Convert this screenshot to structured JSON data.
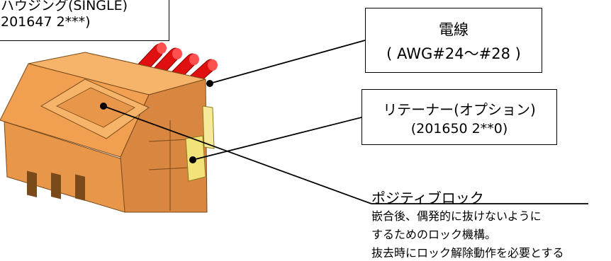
{
  "housing_label": {
    "line1": "ハウジング(SINGLE)",
    "line2": "201647 2***)"
  },
  "wire_label": {
    "title": "電線",
    "spec": "( AWG#24～#28 )"
  },
  "retainer_label": {
    "title": "リテーナー(オプション)",
    "part_number": "(201650 2**0)"
  },
  "positive_lock": {
    "title": "ポジティブロック",
    "description": [
      "嵌合後、偶発的に抜けないように",
      "するためのロック機構。",
      "抜去時にロック解除動作を必要とする"
    ]
  },
  "colors": {
    "connector_body": "#f0a050",
    "connector_shadow": "#c8783a",
    "wire_red": "#e01010",
    "retainer_yellow": "#f2e27a"
  }
}
